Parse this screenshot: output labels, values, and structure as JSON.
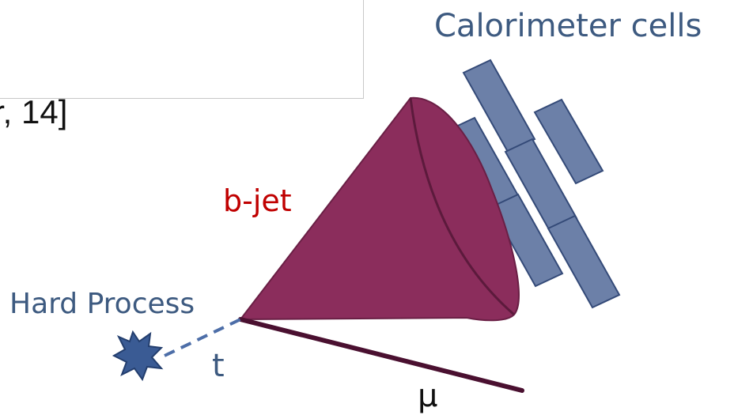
{
  "partial_text": {
    "citation_fragment": "r, 14]"
  },
  "labels": {
    "calorimeter": "Calorimeter cells",
    "bjet": "b-jet",
    "hard_process": "Hard Process",
    "top": "t",
    "muon": "μ"
  },
  "colors": {
    "cone": "#8b2d5c",
    "cell_fill": "#6c80a8",
    "cell_stroke": "#344a78",
    "hard_process_star": "#3a5b94",
    "muon_line": "#4a1030",
    "dashed_line": "#4d6ea8",
    "text_blue": "#3d5a80",
    "text_red": "#c00000"
  },
  "icons": {
    "hard_process": "starburst-icon"
  }
}
